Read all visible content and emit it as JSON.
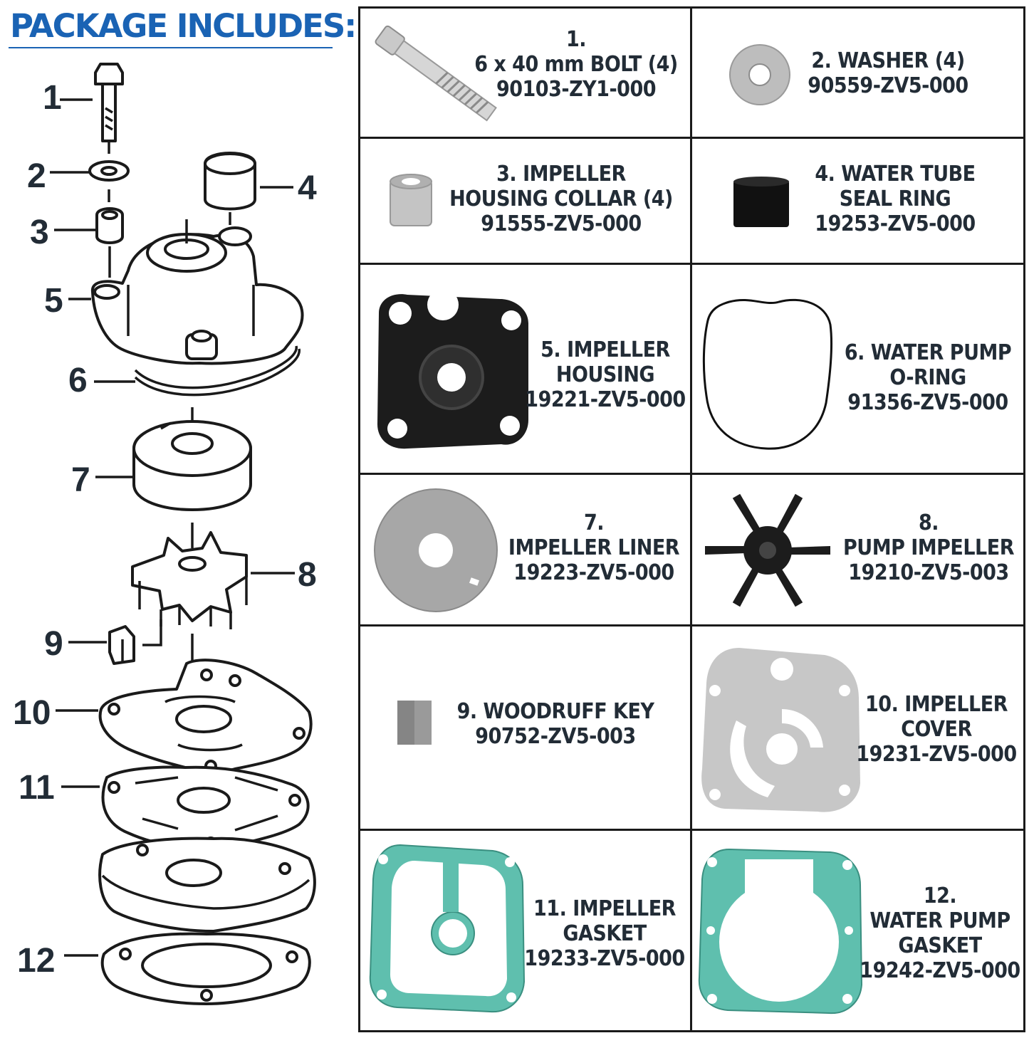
{
  "header": {
    "title": "PACKAGE INCLUDES:"
  },
  "diagram": {
    "callouts": [
      "1",
      "2",
      "3",
      "4",
      "5",
      "6",
      "7",
      "8",
      "9",
      "10",
      "11",
      "12"
    ]
  },
  "parts": [
    {
      "index": "1.",
      "name": "6 x 40 mm BOLT (4)",
      "part_no": "90103-ZY1-000"
    },
    {
      "name": "2. WASHER (4)",
      "part_no": "90559-ZV5-000"
    },
    {
      "line1": "3. IMPELLER",
      "line2": "HOUSING COLLAR (4)",
      "part_no": "91555-ZV5-000"
    },
    {
      "line1": "4. WATER TUBE",
      "line2": "SEAL RING",
      "part_no": "19253-ZV5-000"
    },
    {
      "line1": "5. IMPELLER",
      "line2": "HOUSING",
      "part_no": "19221-ZV5-000"
    },
    {
      "line1": "6. WATER PUMP",
      "line2": "O-RING",
      "part_no": "91356-ZV5-000"
    },
    {
      "index": "7.",
      "name": "IMPELLER LINER",
      "part_no": "19223-ZV5-000"
    },
    {
      "index": "8.",
      "name": "PUMP IMPELLER",
      "part_no": "19210-ZV5-003"
    },
    {
      "name": "9. WOODRUFF KEY",
      "part_no": "90752-ZV5-003"
    },
    {
      "line1": "10. IMPELLER",
      "line2": "COVER",
      "part_no": "19231-ZV5-000"
    },
    {
      "line1": "11. IMPELLER",
      "line2": "GASKET",
      "part_no": "19233-ZV5-000"
    },
    {
      "index": "12.",
      "line1": "WATER PUMP",
      "line2": "GASKET",
      "part_no": "19242-ZV5-000"
    }
  ],
  "colors": {
    "title": "#1a63b4",
    "text": "#222c36",
    "gasket": "#5fbfae",
    "metal": "#b8b9b8",
    "black_part": "#1c1c1c"
  }
}
